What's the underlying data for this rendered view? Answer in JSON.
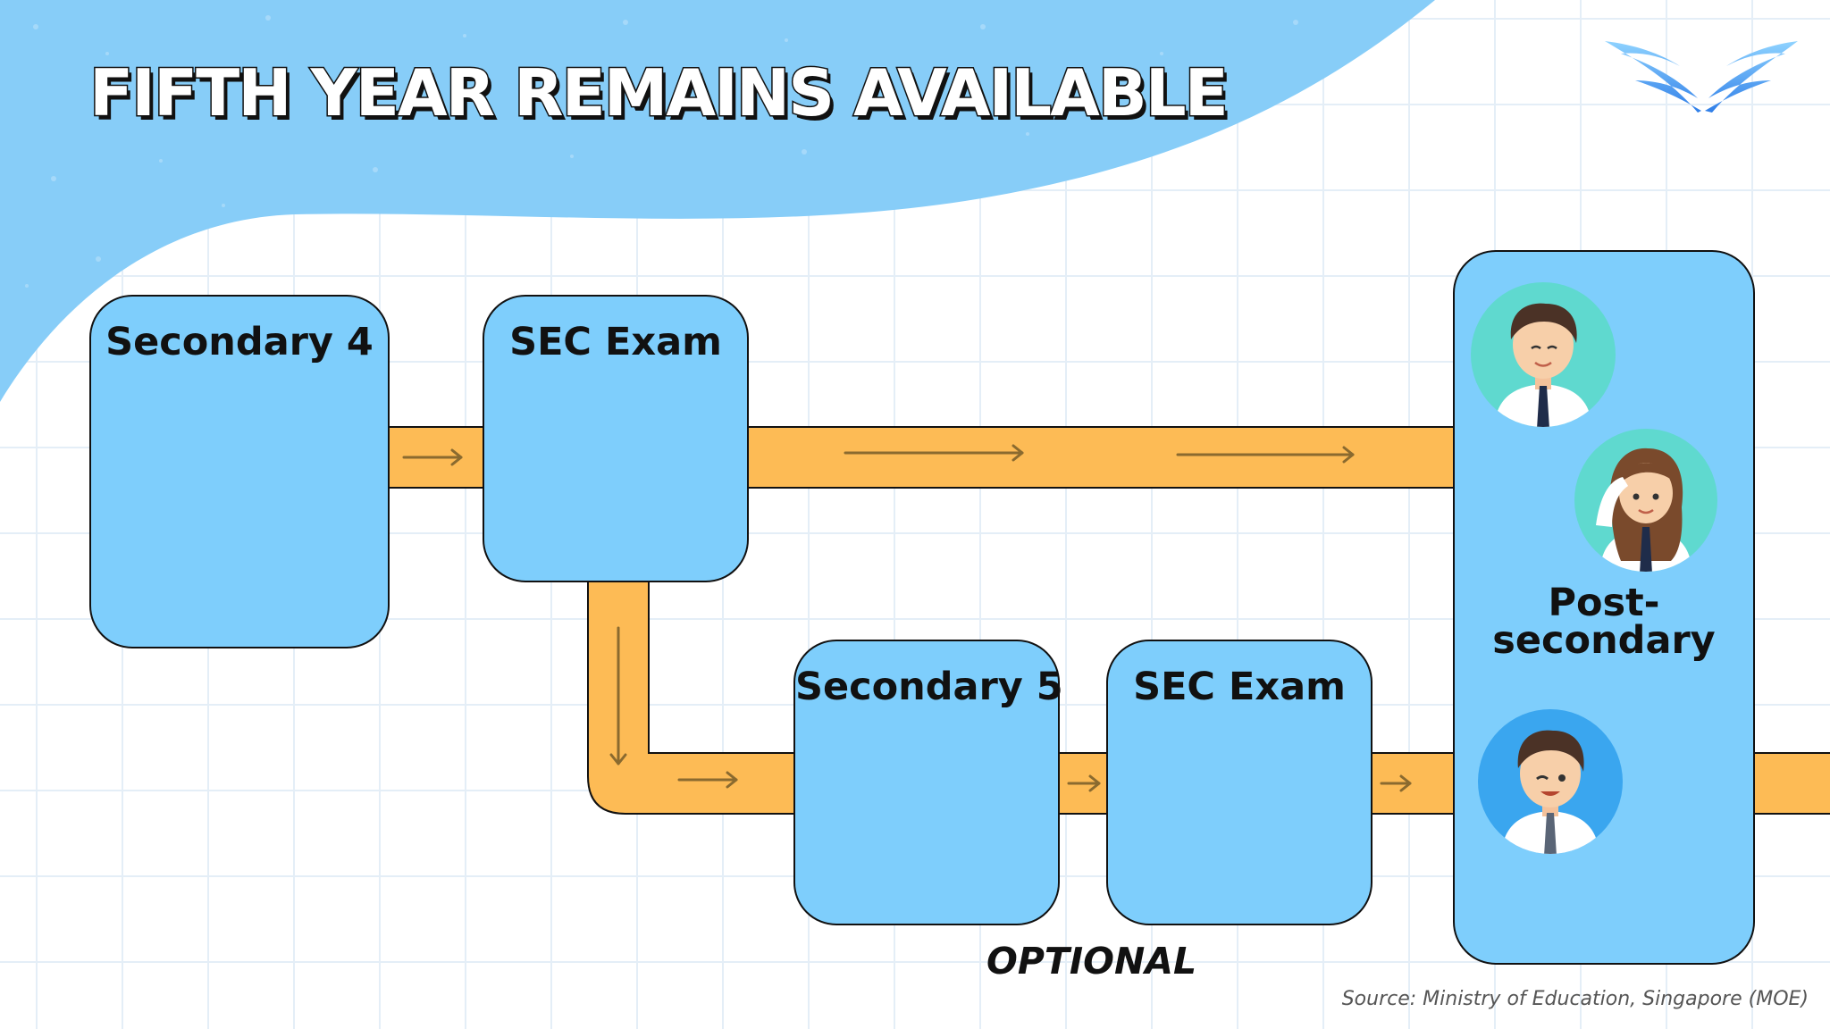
{
  "title": "FIFTH YEAR REMAINS AVAILABLE",
  "nodes": {
    "secondary_4": "Secondary 4",
    "sec_exam_1": "SEC Exam",
    "secondary_5": "Secondary 5",
    "sec_exam_2": "SEC Exam",
    "post_secondary_line1": "Post-",
    "post_secondary_line2": "secondary"
  },
  "optional_label": "OPTIONAL",
  "source": "Source: Ministry of Education, Singapore (MOE)",
  "logo_icon": "wings-icon",
  "avatars": [
    "student-boy-icon",
    "student-girl-icon",
    "student-boy-winking-icon"
  ],
  "colors": {
    "box": "#7ecefc",
    "path": "#fdbb55",
    "arrow": "#8a6a2f",
    "wave": "#87cdf8",
    "avatar_teal": "#5fd9cf",
    "avatar_blue": "#3aa6ef"
  }
}
